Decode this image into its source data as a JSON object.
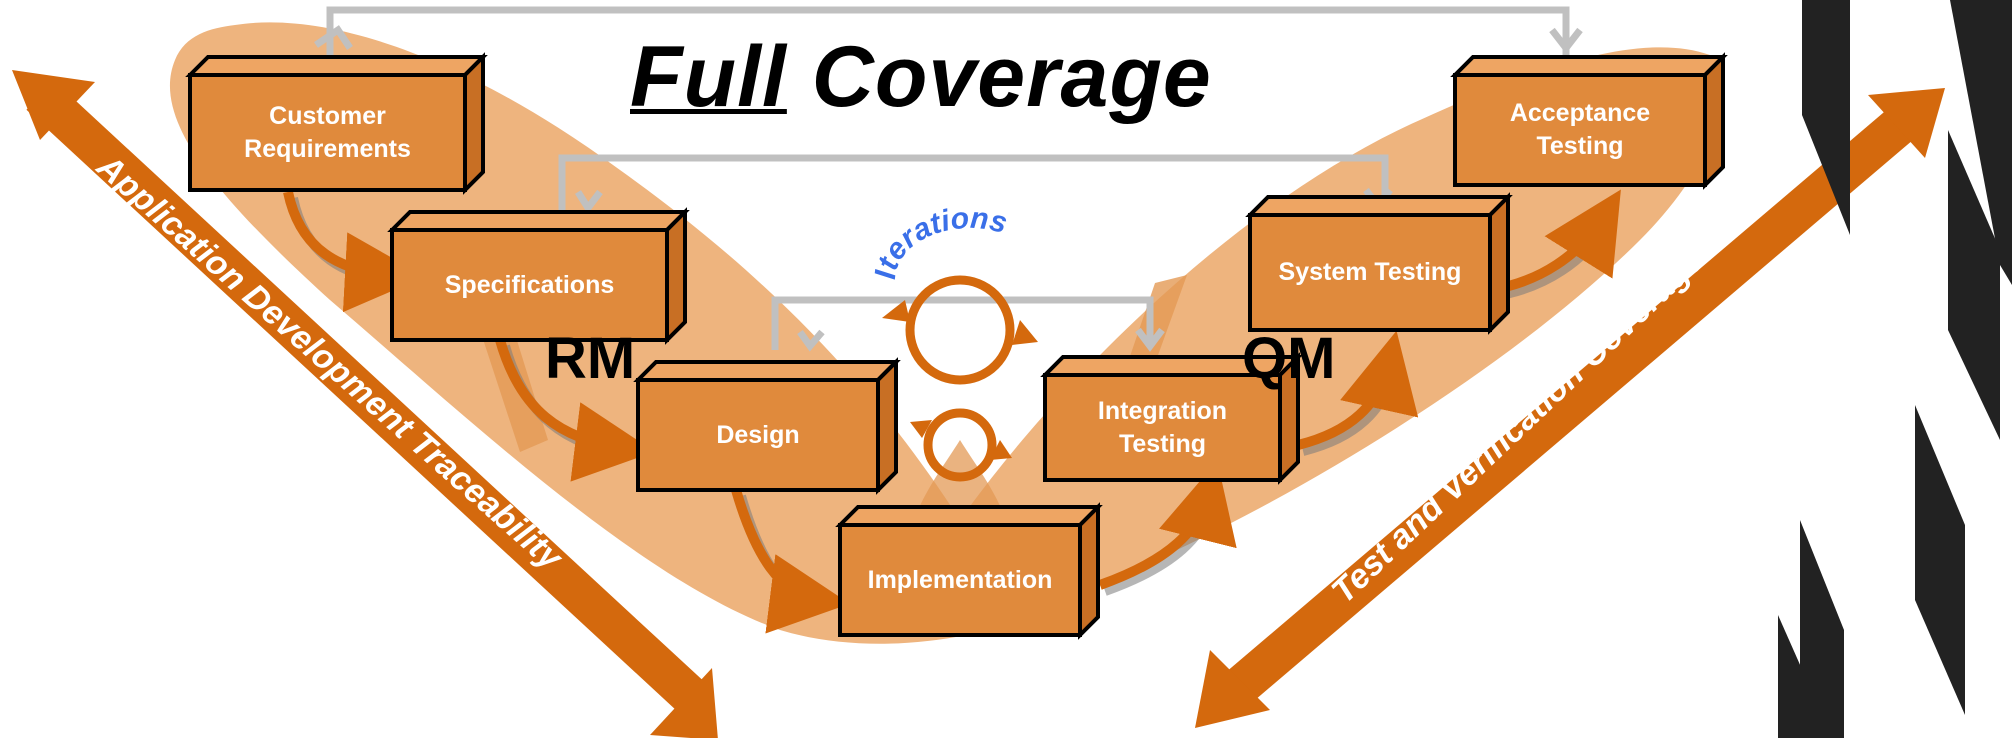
{
  "title": {
    "emphasis": "Full",
    "rest": "Coverage"
  },
  "boxes": {
    "customer_requirements": "Customer\nRequirements",
    "specifications": "Specifications",
    "design": "Design",
    "implementation": "Implementation",
    "integration_testing": "Integration\nTesting",
    "system_testing": "System Testing",
    "acceptance_testing": "Acceptance\nTesting"
  },
  "marks": {
    "rm": "RM",
    "qm": "QM",
    "iterations": "Iterations"
  },
  "diagonals": {
    "left": "Application Development Traceability",
    "right": "Test and Verification Coverage"
  },
  "colors": {
    "box_fill": "#e08a3c",
    "box_top": "#eea563",
    "box_side": "#c86f24",
    "v_shape": "#eeb47e",
    "diag_arrow": "#d4690d",
    "connector": "#c0c0c0",
    "iterations_text": "#3a6fe8"
  }
}
